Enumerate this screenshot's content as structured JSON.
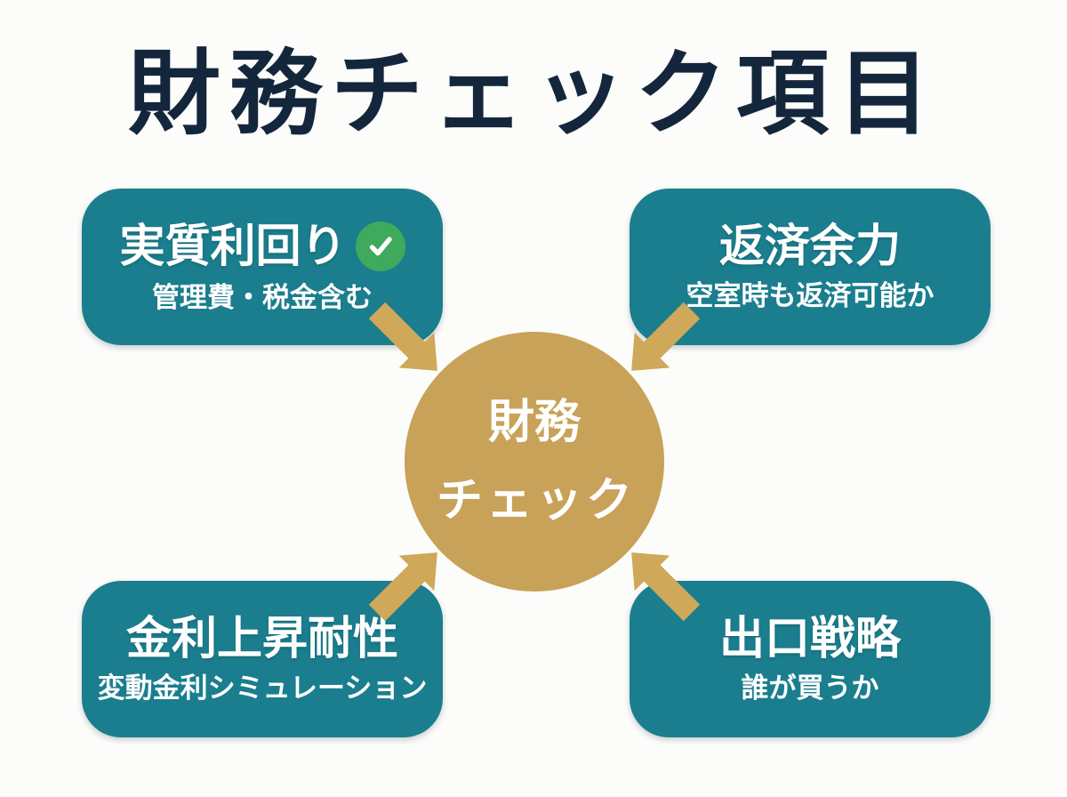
{
  "title": "財務チェック項目",
  "center": {
    "line1": "財務",
    "line2": "チェック"
  },
  "boxes": [
    {
      "id": "net-yield",
      "title": "実質利回り",
      "subtitle": "管理費・税金含む",
      "has_check": true
    },
    {
      "id": "repayment-capacity",
      "title": "返済余力",
      "subtitle": "空室時も返済可能か",
      "has_check": false
    },
    {
      "id": "rate-rise-tolerance",
      "title": "金利上昇耐性",
      "subtitle": "変動金利シミュレーション",
      "has_check": false
    },
    {
      "id": "exit-strategy",
      "title": "出口戦略",
      "subtitle": "誰が買うか",
      "has_check": false
    }
  ],
  "colors": {
    "background": "#FCFCFA",
    "title_text": "#14263C",
    "box_background": "#1A7E8E",
    "box_text": "#FFFFFF",
    "circle_background": "#C7A258",
    "circle_text": "#FFFFFF",
    "arrow": "#CFA85A",
    "check_badge_background": "#3FA95C",
    "check_mark": "#FFFFFF"
  }
}
